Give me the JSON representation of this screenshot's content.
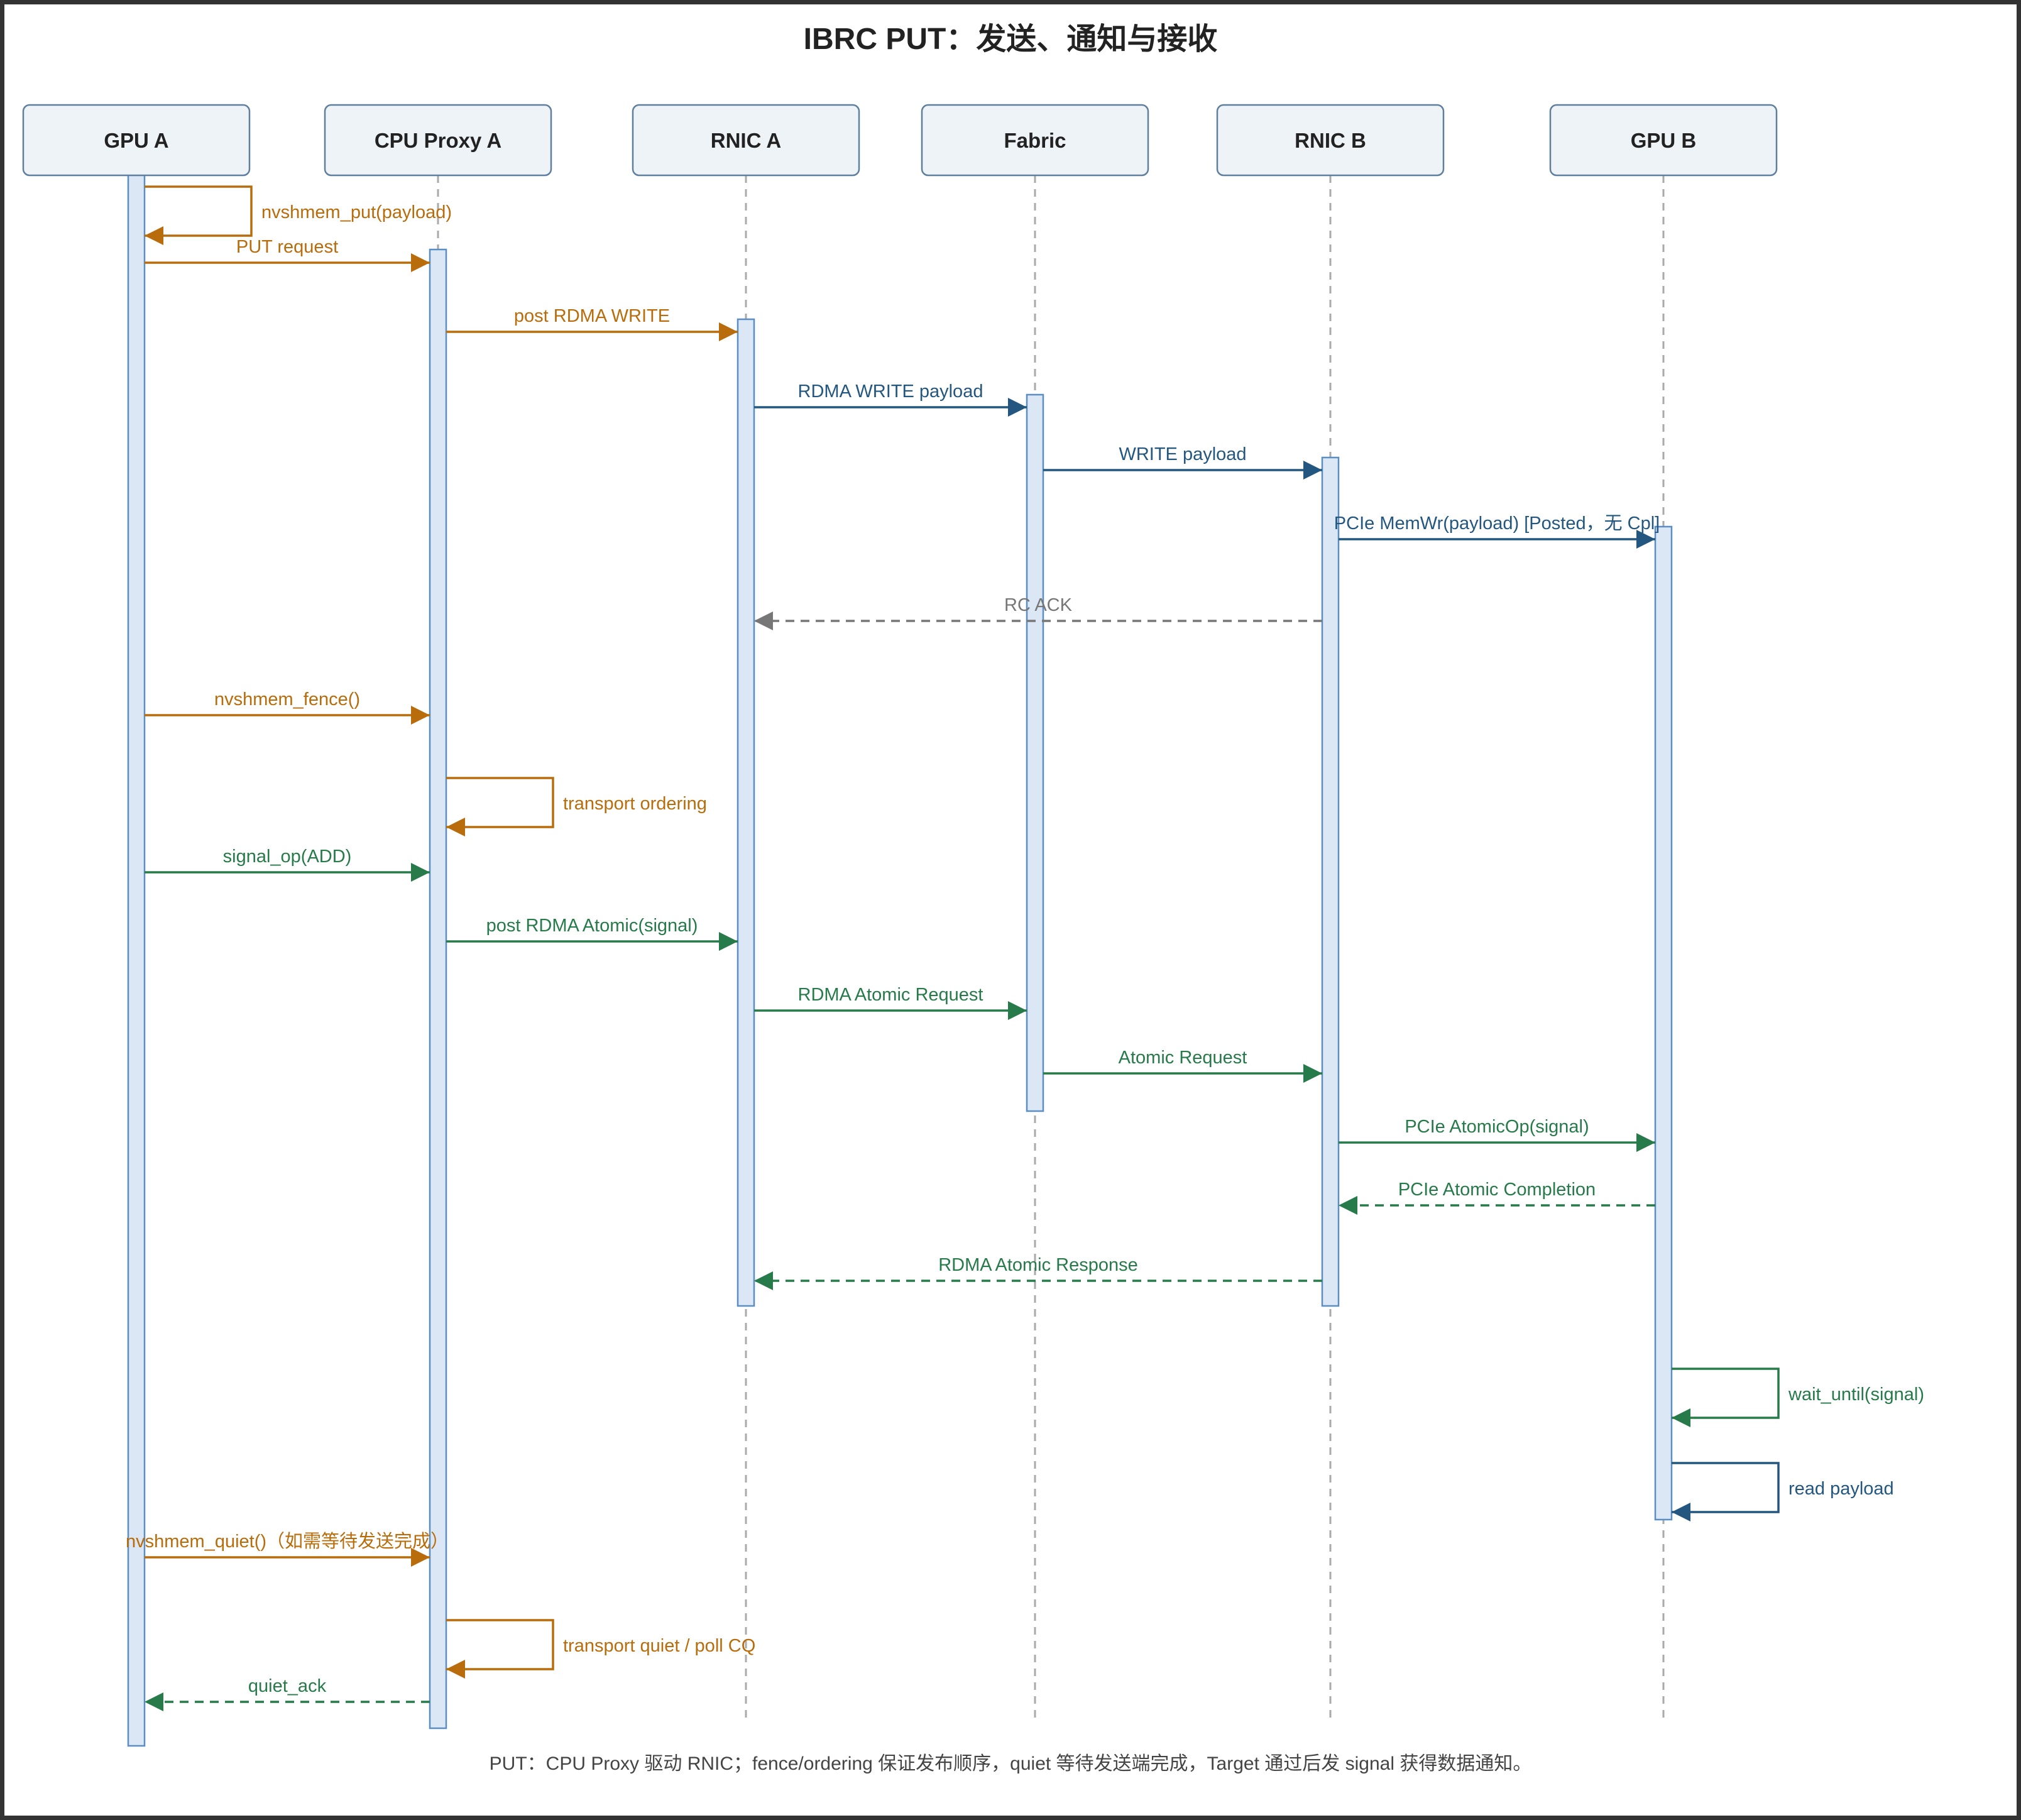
{
  "title": "IBRC PUT：发送、通知与接收",
  "footer": "PUT：CPU Proxy 驱动 RNIC；fence/ordering 保证发布顺序，quiet 等待发送端完成，Target 通过后发 signal 获得数据通知。",
  "colors": {
    "orange": "#b86c0b",
    "blue": "#23577f",
    "green": "#277a49",
    "gray": "#777777",
    "lifeline": "#aaaaaa",
    "activation_fill": "#dbe7f5",
    "activation_stroke": "#5b8ec2",
    "participant_fill": "#eef3f8",
    "participant_stroke": "#5f7f9c"
  },
  "participants": [
    {
      "id": "gpua",
      "label": "GPU A"
    },
    {
      "id": "cpua",
      "label": "CPU Proxy A"
    },
    {
      "id": "rnica",
      "label": "RNIC A"
    },
    {
      "id": "fabric",
      "label": "Fabric"
    },
    {
      "id": "rnicb",
      "label": "RNIC B"
    },
    {
      "id": "gpub",
      "label": "GPU B"
    }
  ],
  "messages": [
    {
      "from": "gpua",
      "to": "gpua",
      "label": "nvshmem_put(payload)",
      "color": "orange",
      "dashed": false
    },
    {
      "from": "gpua",
      "to": "cpua",
      "label": "PUT request",
      "color": "orange",
      "dashed": false
    },
    {
      "from": "cpua",
      "to": "rnica",
      "label": "post RDMA WRITE",
      "color": "orange",
      "dashed": false
    },
    {
      "from": "rnica",
      "to": "fabric",
      "label": "RDMA WRITE payload",
      "color": "blue",
      "dashed": false
    },
    {
      "from": "fabric",
      "to": "rnicb",
      "label": "WRITE payload",
      "color": "blue",
      "dashed": false
    },
    {
      "from": "rnicb",
      "to": "gpub",
      "label": "PCIe MemWr(payload) [Posted，无 Cpl]",
      "color": "blue",
      "dashed": false
    },
    {
      "from": "rnicb",
      "to": "rnica",
      "label": "RC ACK",
      "color": "gray",
      "dashed": true
    },
    {
      "from": "gpua",
      "to": "cpua",
      "label": "nvshmem_fence()",
      "color": "orange",
      "dashed": false
    },
    {
      "from": "cpua",
      "to": "cpua",
      "label": "transport ordering",
      "color": "orange",
      "dashed": false
    },
    {
      "from": "gpua",
      "to": "cpua",
      "label": "signal_op(ADD)",
      "color": "green",
      "dashed": false
    },
    {
      "from": "cpua",
      "to": "rnica",
      "label": "post RDMA Atomic(signal)",
      "color": "green",
      "dashed": false
    },
    {
      "from": "rnica",
      "to": "fabric",
      "label": "RDMA Atomic Request",
      "color": "green",
      "dashed": false
    },
    {
      "from": "fabric",
      "to": "rnicb",
      "label": "Atomic Request",
      "color": "green",
      "dashed": false
    },
    {
      "from": "rnicb",
      "to": "gpub",
      "label": "PCIe AtomicOp(signal)",
      "color": "green",
      "dashed": false
    },
    {
      "from": "gpub",
      "to": "rnicb",
      "label": "PCIe Atomic Completion",
      "color": "green",
      "dashed": true
    },
    {
      "from": "rnicb",
      "to": "rnica",
      "label": "RDMA Atomic Response",
      "color": "green",
      "dashed": true
    },
    {
      "from": "gpub",
      "to": "gpub",
      "label": "wait_until(signal)",
      "color": "green",
      "dashed": false
    },
    {
      "from": "gpub",
      "to": "gpub",
      "label": "read payload",
      "color": "blue",
      "dashed": false
    },
    {
      "from": "gpua",
      "to": "cpua",
      "label": "nvshmem_quiet()（如需等待发送完成）",
      "color": "orange",
      "dashed": false
    },
    {
      "from": "cpua",
      "to": "cpua",
      "label": "transport quiet / poll CQ",
      "color": "orange",
      "dashed": false
    },
    {
      "from": "cpua",
      "to": "gpua",
      "label": "quiet_ack",
      "color": "green",
      "dashed": true
    }
  ]
}
